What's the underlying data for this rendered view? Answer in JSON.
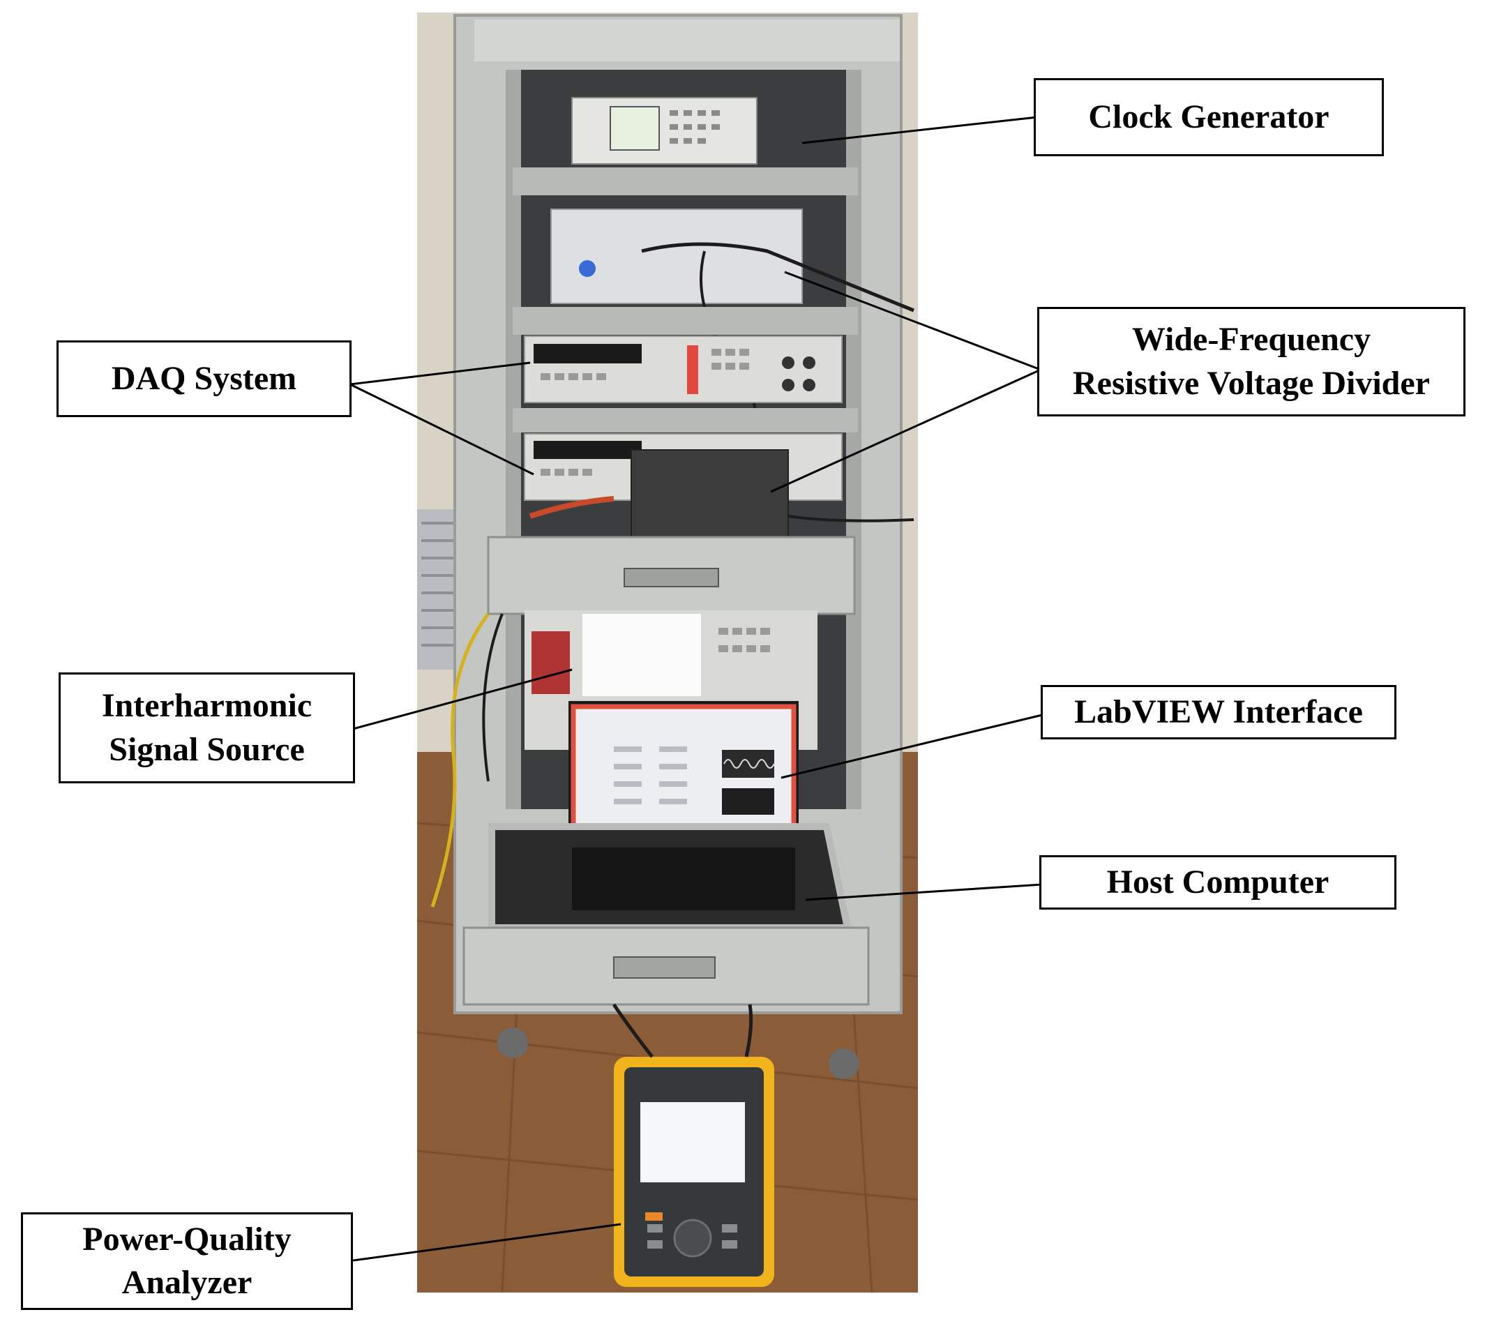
{
  "figure": {
    "labels": {
      "clock_generator": [
        "Clock Generator"
      ],
      "wide_frequency_divider": [
        "Wide-Frequency",
        "Resistive Voltage Divider"
      ],
      "daq_system": [
        "DAQ System"
      ],
      "interharmonic_source": [
        "Interharmonic",
        "Signal Source"
      ],
      "labview_interface": [
        "LabVIEW Interface"
      ],
      "host_computer": [
        "Host Computer"
      ],
      "power_quality_analyzer": [
        "Power-Quality",
        "Analyzer"
      ]
    }
  },
  "colors": {
    "wall": "#d9d3c6",
    "cabinet": "#c4c6c4",
    "floor": "#8a5c38",
    "screen_border": "#e0523e",
    "analyzer_body": "#f2b41c",
    "leader_line": "#000000"
  }
}
